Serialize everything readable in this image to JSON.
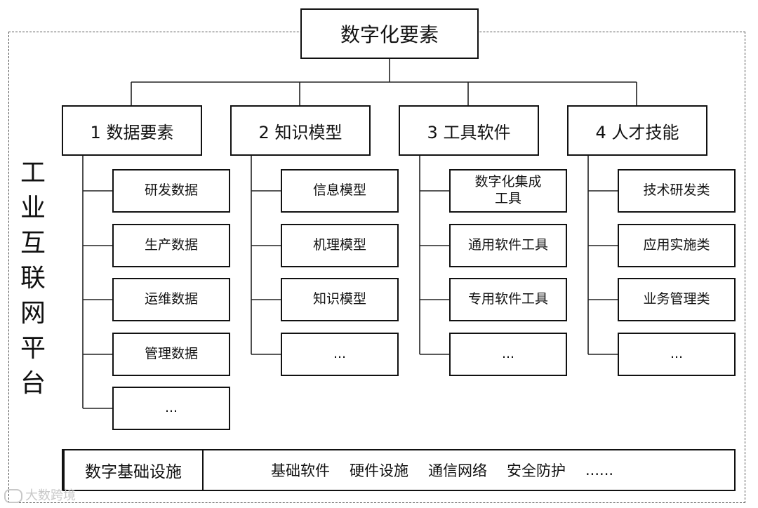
{
  "root": {
    "label": "数字化要素"
  },
  "side_title": [
    "工",
    "业",
    "互",
    "联",
    "网",
    "平",
    "台"
  ],
  "categories": [
    {
      "label": "1 数据要素",
      "items": [
        "研发数据",
        "生产数据",
        "运维数据",
        "管理数据",
        "..."
      ]
    },
    {
      "label": "2 知识模型",
      "items": [
        "信息模型",
        "机理模型",
        "知识模型",
        "..."
      ]
    },
    {
      "label": "3 工具软件",
      "items": [
        "数字化集成\n工具",
        "通用软件工具",
        "专用软件工具",
        "..."
      ]
    },
    {
      "label": "4 人才技能",
      "items": [
        "技术研发类",
        "应用实施类",
        "业务管理类",
        "..."
      ]
    }
  ],
  "infrastructure": {
    "title": "数字基础设施",
    "items": [
      "基础软件",
      "硬件设施",
      "通信网络",
      "安全防护",
      "......"
    ]
  },
  "watermark": "大数跨境"
}
